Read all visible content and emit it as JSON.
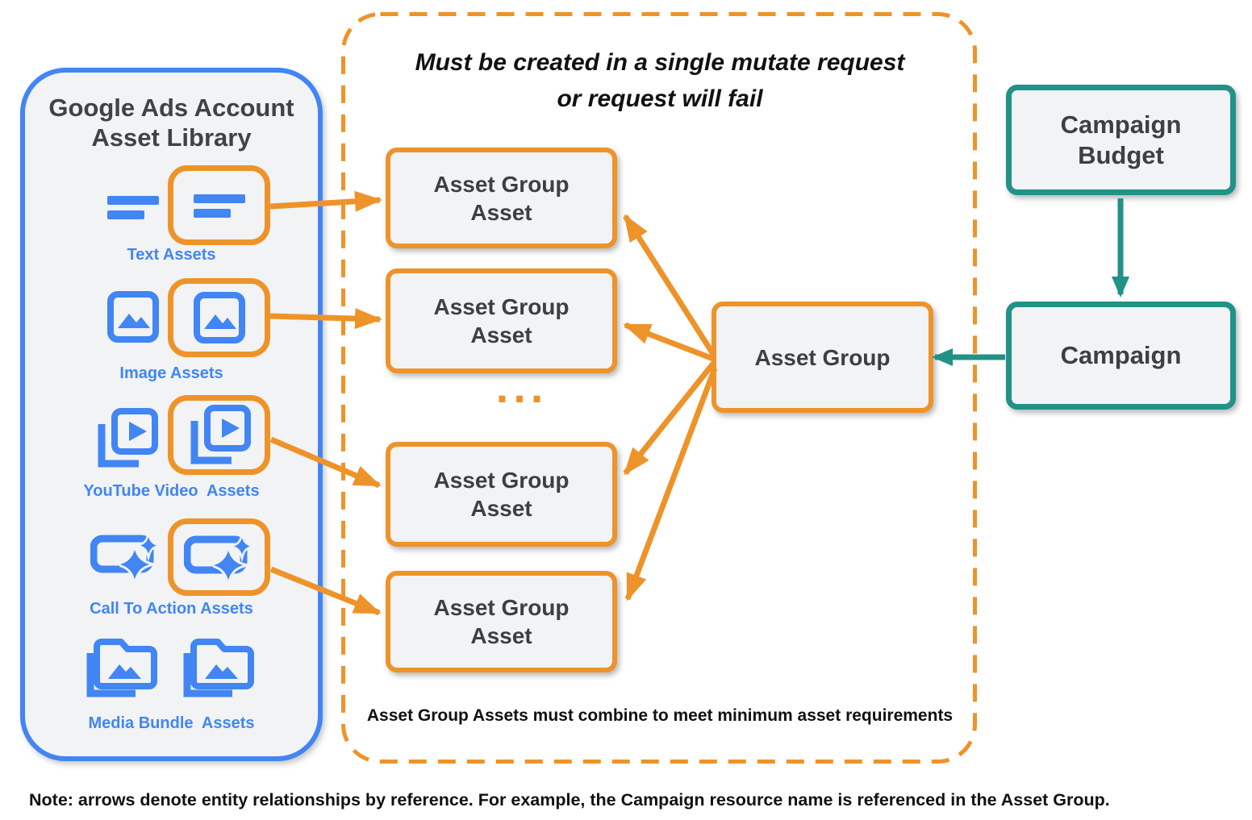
{
  "colors": {
    "blue": "#4285F4",
    "orange": "#EE9329",
    "teal": "#219287",
    "node_fill": "#F1F3F4",
    "node_text": "#3C4043",
    "label_text": "#4285F4"
  },
  "library": {
    "title": "Google Ads Account\nAsset Library",
    "items": [
      {
        "label": "Text Assets",
        "icon": "text-asset-icon"
      },
      {
        "label": "Image Assets",
        "icon": "image-asset-icon"
      },
      {
        "label": "YouTube Video  Assets",
        "icon": "youtube-video-asset-icon"
      },
      {
        "label": "Call To Action Assets",
        "icon": "call-to-action-asset-icon"
      },
      {
        "label": "Media Bundle  Assets",
        "icon": "media-bundle-asset-icon"
      }
    ]
  },
  "mutate_box": {
    "title": "Must be created in a single mutate request\nor request will fail",
    "asset_box_label": "Asset Group\nAsset",
    "ellipsis": "...",
    "asset_group_label": "Asset Group",
    "footnote": "Asset Group Assets must combine to meet minimum asset requirements"
  },
  "campaign": {
    "budget_label": "Campaign\nBudget",
    "campaign_label": "Campaign"
  },
  "note": "Note: arrows denote entity relationships by reference. For example, the Campaign resource name is referenced in the Asset Group."
}
